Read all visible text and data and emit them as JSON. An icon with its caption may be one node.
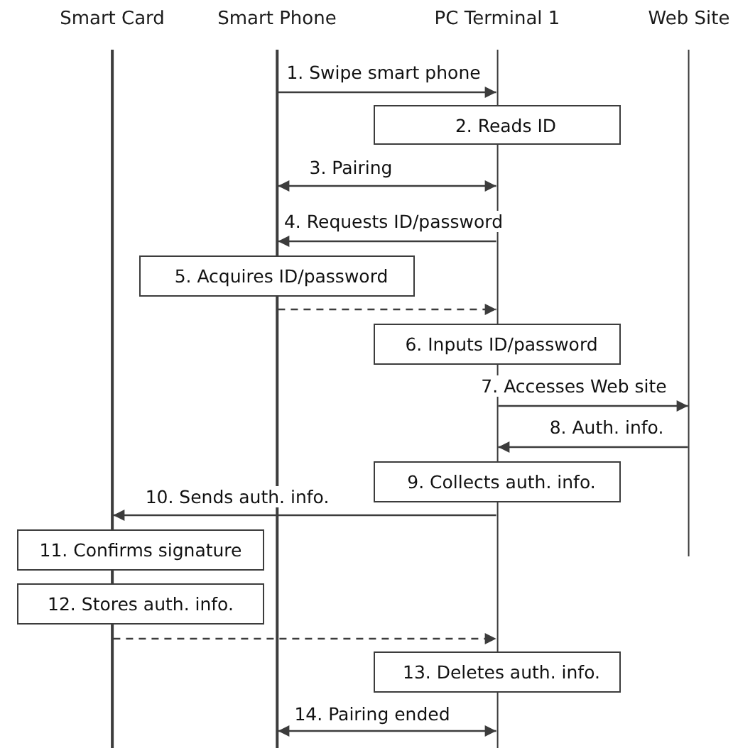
{
  "diagram": {
    "nodes": [
      {
        "text": [
          "Smart Card"
        ]
      },
      {
        "text": [
          "Smart Phone"
        ]
      },
      {
        "text": [
          "PC Terminal 1"
        ]
      },
      {
        "text": [
          "Web Site"
        ]
      },
      {
        "text": [
          "2. Reads ID"
        ]
      },
      {
        "text": [
          "5. Acquires ID/password"
        ]
      },
      {
        "text": [
          "6. Inputs ID/password"
        ]
      },
      {
        "text": [
          "9. Collects auth. info."
        ]
      },
      {
        "text": [
          "11. Confirms signature"
        ]
      },
      {
        "text": [
          "12. Stores auth. info."
        ]
      },
      {
        "text": [
          "13. Deletes auth. info."
        ]
      }
    ],
    "edges": [
      {
        "from": 1,
        "to": 2,
        "arrow": "to",
        "label": "1. Swipe smart phone"
      },
      {
        "from": 1,
        "to": 2,
        "arrow": "both",
        "label": "3. Pairing"
      },
      {
        "from": 2,
        "to": 1,
        "arrow": "to",
        "label": "4. Requests ID/password"
      },
      {
        "from": 1,
        "to": 2,
        "arrow": "to",
        "style": "dashed"
      },
      {
        "from": 2,
        "to": 3,
        "arrow": "to",
        "label": "7. Accesses Web site"
      },
      {
        "from": 3,
        "to": 2,
        "arrow": "to",
        "label": "8. Auth. info."
      },
      {
        "from": 2,
        "to": 0,
        "arrow": "to",
        "label": "10. Sends auth. info."
      },
      {
        "from": 0,
        "to": 2,
        "arrow": "to",
        "style": "dashed"
      },
      {
        "from": 1,
        "to": 2,
        "arrow": "both",
        "label": "14. Pairing ended"
      }
    ]
  }
}
